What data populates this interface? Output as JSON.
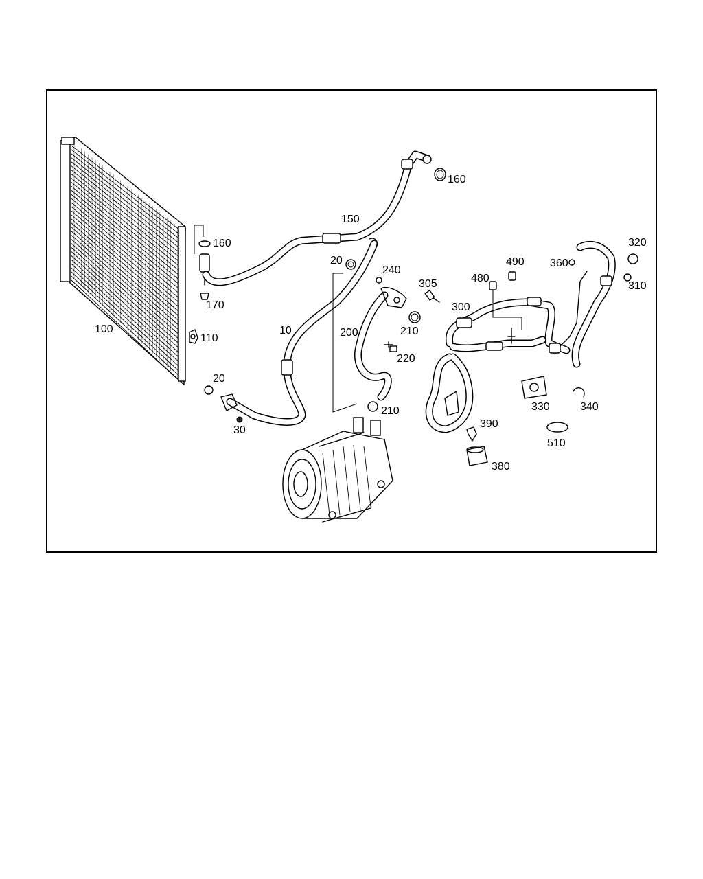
{
  "callouts": {
    "c100": "100",
    "c110": "110",
    "c160a": "160",
    "c160b": "160",
    "c170": "170",
    "c150": "150",
    "c20a": "20",
    "c20b": "20",
    "c240": "240",
    "c10": "10",
    "c30": "30",
    "c200": "200",
    "c210a": "210",
    "c210b": "210",
    "c220": "220",
    "c305": "305",
    "c300": "300",
    "c480": "480",
    "c490": "490",
    "c360": "360",
    "c320": "320",
    "c310": "310",
    "c330": "330",
    "c340": "340",
    "c390": "390",
    "c380": "380",
    "c510": "510"
  }
}
